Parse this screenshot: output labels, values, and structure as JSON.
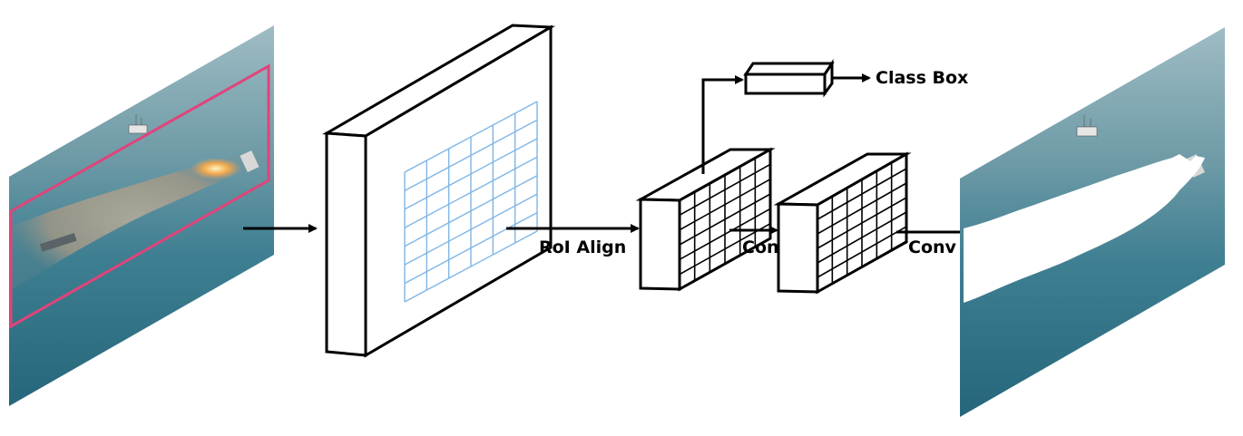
{
  "diagram": {
    "labels": {
      "roi_align": "RoI Align",
      "conv_1": "Conv",
      "conv_2": "Conv",
      "class_box": "Class Box"
    },
    "colors": {
      "detection_box": "#e0447a",
      "roi_grid": "#7fb6e6",
      "mask": "#ffffff",
      "sea": "#3d7f93",
      "sky": "#a9c3cb",
      "oil_slick": "#9c978a"
    }
  }
}
